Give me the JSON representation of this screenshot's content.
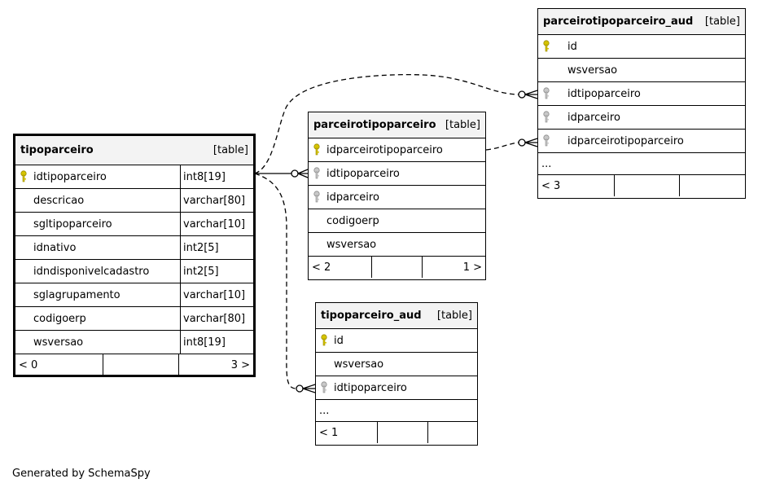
{
  "colors": {
    "primary_key": "#d6c400",
    "foreign_key": "#a0a0a0",
    "header_bg": "#f3f3f3"
  },
  "tables": {
    "tipoparceiro": {
      "name": "tipoparceiro",
      "type": "[table]",
      "columns": [
        {
          "name": "idtipoparceiro",
          "type": "int8[19]",
          "key": "primary-key-icon"
        },
        {
          "name": "descricao",
          "type": "varchar[80]",
          "key": ""
        },
        {
          "name": "sgltipoparceiro",
          "type": "varchar[10]",
          "key": ""
        },
        {
          "name": "idnativo",
          "type": "int2[5]",
          "key": ""
        },
        {
          "name": "idndisponivelcadastro",
          "type": "int2[5]",
          "key": ""
        },
        {
          "name": "sglagrupamento",
          "type": "varchar[10]",
          "key": ""
        },
        {
          "name": "codigoerp",
          "type": "varchar[80]",
          "key": ""
        },
        {
          "name": "wsversao",
          "type": "int8[19]",
          "key": ""
        }
      ],
      "footer": {
        "left": "< 0",
        "middle": "",
        "right": "3 >"
      }
    },
    "parceirotipoparceiro": {
      "name": "parceirotipoparceiro",
      "type": "[table]",
      "columns": [
        {
          "name": "idparceirotipoparceiro",
          "key": "primary-key-icon"
        },
        {
          "name": "idtipoparceiro",
          "key": "foreign-key-icon"
        },
        {
          "name": "idparceiro",
          "key": "foreign-key-icon"
        },
        {
          "name": "codigoerp",
          "key": ""
        },
        {
          "name": "wsversao",
          "key": ""
        }
      ],
      "footer": {
        "left": "< 2",
        "middle": "",
        "right": "1 >"
      }
    },
    "parceirotipoparceiro_aud": {
      "name": "parceirotipoparceiro_aud",
      "type": "[table]",
      "columns": [
        {
          "name": "id",
          "key": "primary-key-icon"
        },
        {
          "name": "wsversao",
          "key": ""
        },
        {
          "name": "idtipoparceiro",
          "key": "foreign-key-icon"
        },
        {
          "name": "idparceiro",
          "key": "foreign-key-icon"
        },
        {
          "name": "idparceirotipoparceiro",
          "key": "foreign-key-icon"
        }
      ],
      "more": "...",
      "footer": {
        "left": "< 3",
        "middle": "",
        "right": ""
      }
    },
    "tipoparceiro_aud": {
      "name": "tipoparceiro_aud",
      "type": "[table]",
      "columns": [
        {
          "name": "id",
          "key": "primary-key-icon"
        },
        {
          "name": "wsversao",
          "key": ""
        },
        {
          "name": "idtipoparceiro",
          "key": "foreign-key-icon"
        }
      ],
      "more": "...",
      "footer": {
        "left": "< 1",
        "middle": "",
        "right": ""
      }
    }
  },
  "relationships": [
    {
      "from": "tipoparceiro.idtipoparceiro",
      "to": "parceirotipoparceiro.idtipoparceiro",
      "style": "solid"
    },
    {
      "from": "tipoparceiro.idtipoparceiro",
      "to": "parceirotipoparceiro_aud.idtipoparceiro",
      "style": "dashed"
    },
    {
      "from": "tipoparceiro.idtipoparceiro",
      "to": "tipoparceiro_aud.idtipoparceiro",
      "style": "dashed"
    },
    {
      "from": "parceirotipoparceiro.idparceirotipoparceiro",
      "to": "parceirotipoparceiro_aud.idparceirotipoparceiro",
      "style": "dashed"
    }
  ],
  "footer_text": "Generated by SchemaSpy"
}
